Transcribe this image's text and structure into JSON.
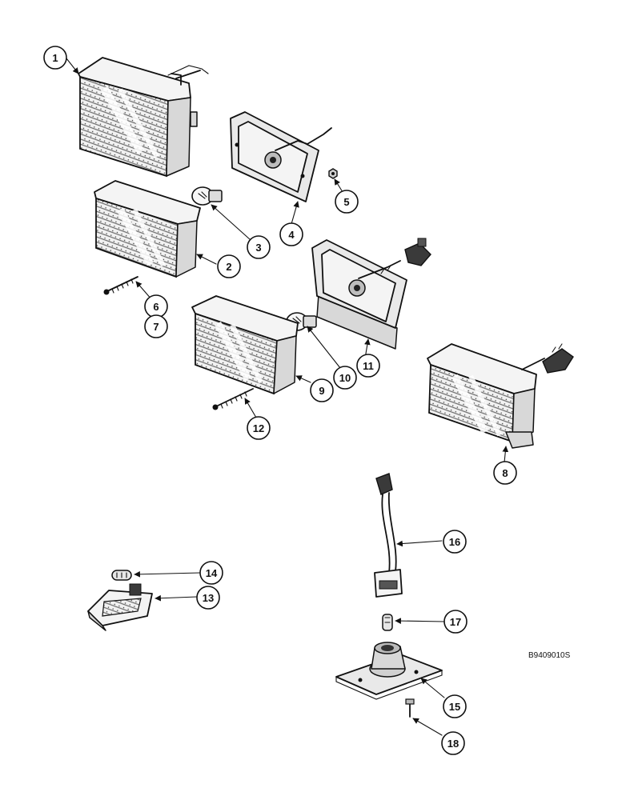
{
  "figure_code": "B9409010S",
  "callouts": [
    "1",
    "2",
    "3",
    "4",
    "5",
    "6",
    "7",
    "8",
    "9",
    "10",
    "11",
    "12",
    "13",
    "14",
    "15",
    "16",
    "17",
    "18"
  ]
}
